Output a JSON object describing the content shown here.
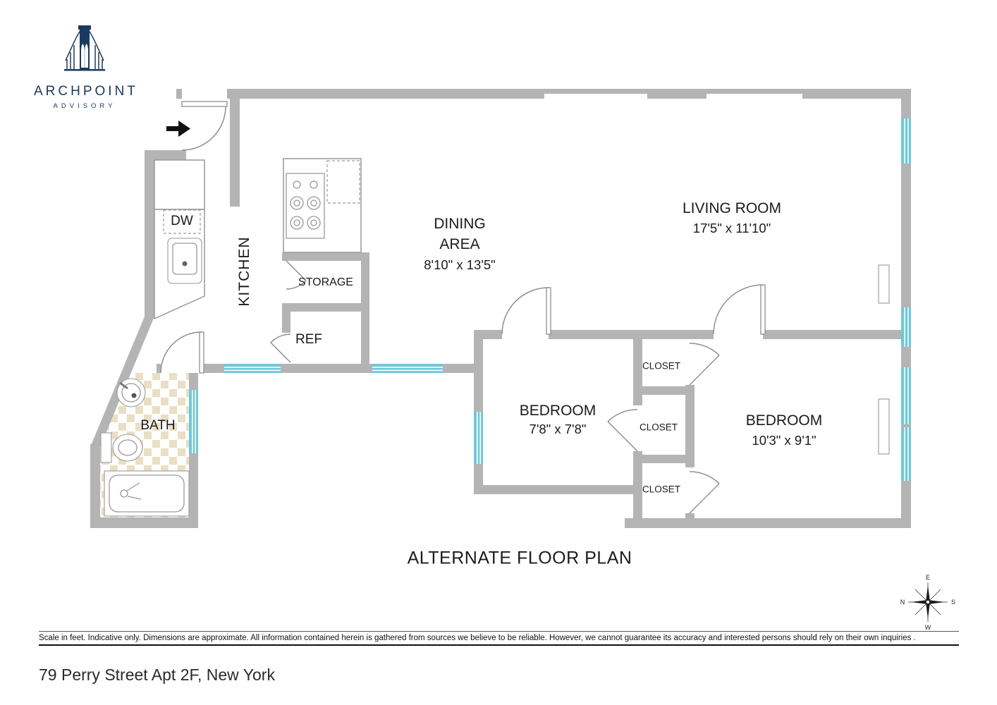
{
  "logo": {
    "name": "ARCHPOINT",
    "tagline": "ADVISORY"
  },
  "plan": {
    "title": "ALTERNATE FLOOR PLAN",
    "rooms": {
      "living": {
        "name": "LIVING ROOM",
        "dims": "17'5\" x 11'10\""
      },
      "dining": {
        "name_line1": "DINING",
        "name_line2": "AREA",
        "dims": "8'10\" x 13'5\""
      },
      "kitchen": {
        "name": "KITCHEN"
      },
      "storage": {
        "name": "STORAGE"
      },
      "ref": {
        "name": "REF"
      },
      "dw": {
        "name": "DW"
      },
      "bath": {
        "name": "BATH"
      },
      "bedroom1": {
        "name": "BEDROOM",
        "dims": "7'8\" x 7'8\""
      },
      "bedroom2": {
        "name": "BEDROOM",
        "dims": "10'3\" x 9'1\""
      },
      "closet1": {
        "name": "CLOSET"
      },
      "closet2": {
        "name": "CLOSET"
      },
      "closet3": {
        "name": "CLOSET"
      }
    }
  },
  "compass": {
    "north": "N",
    "east": "E",
    "south": "S",
    "west": "W"
  },
  "disclaimer": "Scale in feet. Indicative only. Dimensions are approximate. All information contained herein is gathered from sources we believe to be reliable. However, we cannot guarantee its accuracy and interested persons should rely on their own inquiries .",
  "address": "79 Perry Street Apt 2F, New York",
  "colors": {
    "wall": "#b4b4b4",
    "window": "#6fc8da",
    "logo_navy": "#1b3a60",
    "tile": "#eadfc4"
  }
}
